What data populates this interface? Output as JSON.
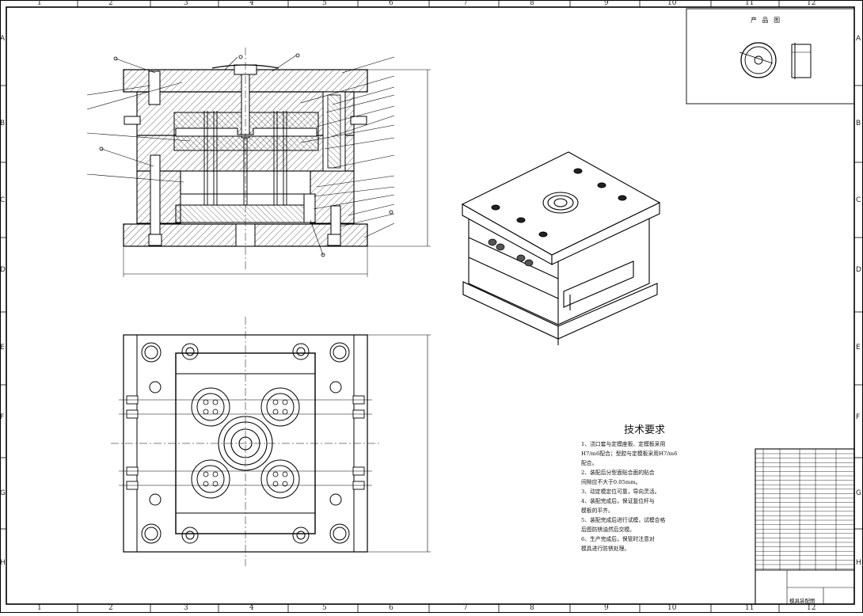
{
  "zone_numbers": [
    "1",
    "2",
    "3",
    "4",
    "5",
    "6",
    "7",
    "8",
    "9",
    "10",
    "11",
    "12"
  ],
  "zone_letters": [
    "A",
    "B",
    "C",
    "D",
    "E",
    "F",
    "G",
    "H"
  ],
  "product_view": {
    "title": "产 品 图"
  },
  "technical_requirements": {
    "title": "技术要求",
    "lines": [
      "1、浇口套与定模座板、定模板采用",
      "H7/m6配合；型腔与定模板采用H7/m6",
      "配合。",
      "2、装配后分型面贴合面的贴合",
      "间隙应不大于0.05mm。",
      "3、动定模定位可靠，导向灵活。",
      "4、装配完成后，保证复位杆与",
      "模板的平齐。",
      "5、装配完成后进行试模，试模合格",
      "后图防锈油然后交模。",
      "6、生产完成后，保管时注意对",
      "模具进行防锈处理。"
    ]
  },
  "title_block": {
    "drawing_name": "模具装配图"
  }
}
